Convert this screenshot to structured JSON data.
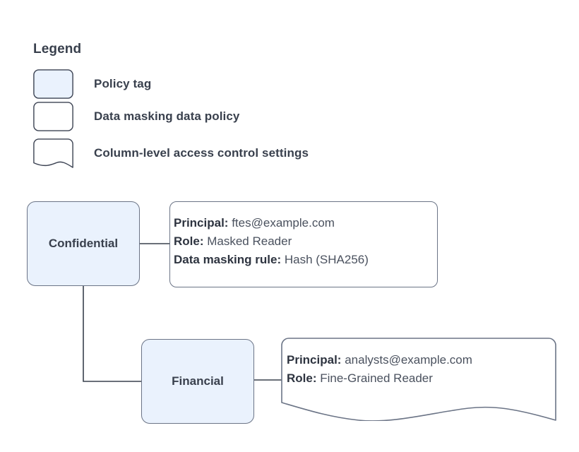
{
  "legend": {
    "title": "Legend",
    "items": [
      {
        "swatch": "policy-tag-swatch",
        "label": "Policy tag"
      },
      {
        "swatch": "data-masking-policy-swatch",
        "label": "Data masking data policy"
      },
      {
        "swatch": "column-access-settings-swatch",
        "label": "Column-level access control settings"
      }
    ]
  },
  "nodes": [
    {
      "id": "confidential",
      "label": "Confidential"
    },
    {
      "id": "financial",
      "label": "Financial"
    }
  ],
  "panels": {
    "masking": {
      "rows": [
        {
          "key": "Principal:",
          "value": "ftes@example.com"
        },
        {
          "key": "Role:",
          "value": "Masked Reader"
        },
        {
          "key": "Data masking rule:",
          "value": "Hash (SHA256)"
        }
      ]
    },
    "access": {
      "rows": [
        {
          "key": "Principal:",
          "value": "analysts@example.com"
        },
        {
          "key": "Role:",
          "value": "Fine-Grained Reader"
        }
      ]
    }
  },
  "colors": {
    "policy_tag_fill": "#eaf2fd",
    "shape_stroke": "#6b7486",
    "connector": "#39404d",
    "text": "#39404d",
    "value_text": "#4a515e"
  }
}
